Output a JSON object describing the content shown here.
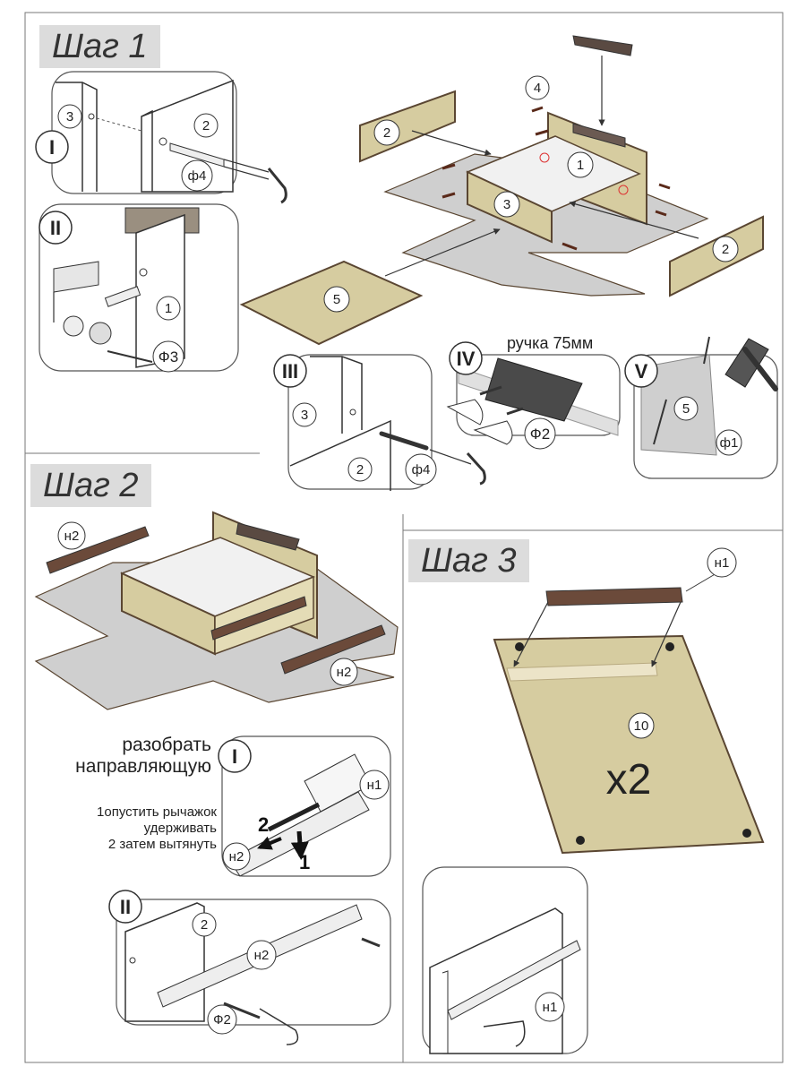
{
  "steps": {
    "step1": "Шаг 1",
    "step2": "Шаг 2",
    "step3": "Шаг 3"
  },
  "callouts": {
    "I": "I",
    "II": "II",
    "III": "III",
    "IV": "IV",
    "V": "V"
  },
  "parts": {
    "p1": "1",
    "p2": "2",
    "p3": "3",
    "p4": "4",
    "p5": "5",
    "p10": "10",
    "n1": "н1",
    "n2": "н2",
    "f1": "ф1",
    "f2": "Ф2",
    "f3": "Ф3",
    "f4": "ф4"
  },
  "labels": {
    "handle": "ручка 75мм",
    "x2": "x2",
    "disassemble_line1": "разобрать",
    "disassemble_line2": "направляющую",
    "instr_line1": "1опустить рычажок",
    "instr_line2": "удерживать",
    "instr_line3": "2 затем вытянуть",
    "arrow1": "1",
    "arrow2": "2"
  },
  "colors": {
    "panel": "#d6cca0",
    "panel_edge": "#5a4632",
    "floor": "#cfcfcf",
    "rail": "#6b4a3a",
    "handle": "#5a4a42",
    "title_bg": "#dcdcdc"
  }
}
